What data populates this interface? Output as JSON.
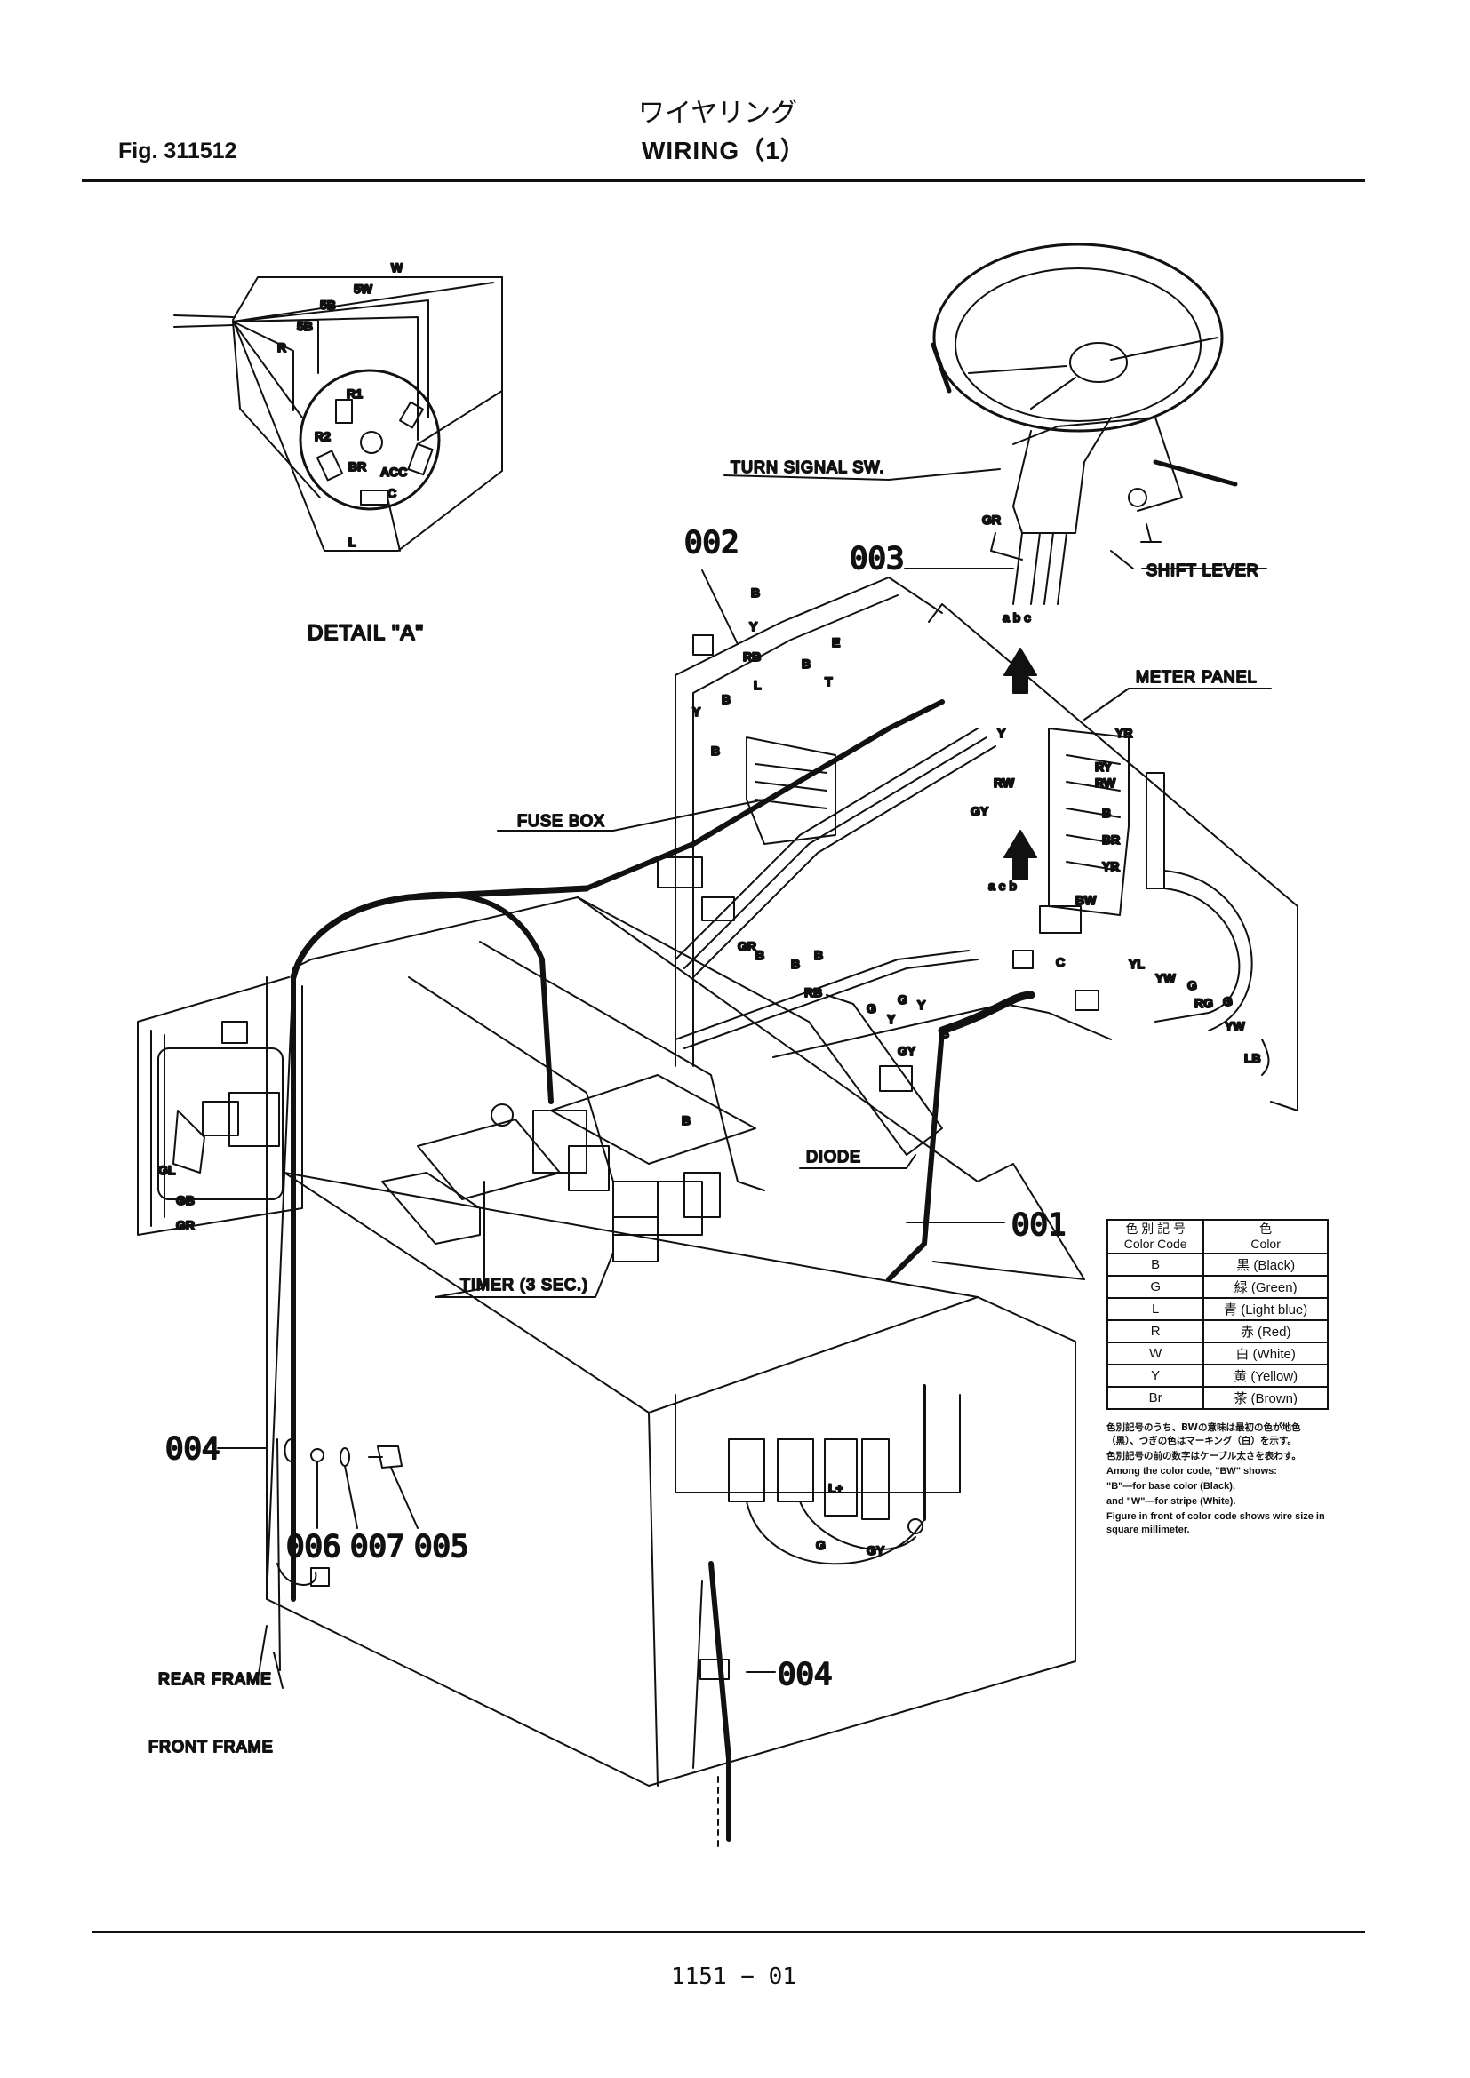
{
  "header": {
    "figure_number": "Fig.  311512",
    "title_japanese": "ワイヤリング",
    "title_english": "WIRING（1）"
  },
  "detail": {
    "caption": "DETAIL \"A\"",
    "wires": [
      "W",
      "5W",
      "5B",
      "5B",
      "R",
      "L"
    ],
    "terminals": [
      "R1",
      "R2",
      "BR",
      "ACC",
      "C"
    ]
  },
  "callouts": {
    "turn_signal": "TURN SIGNAL SW.",
    "shift_lever": "SHIFT LEVER",
    "meter_panel": "METER PANEL",
    "fuse_box": "FUSE BOX",
    "diode": "DIODE",
    "timer": "TIMER (3 SEC.)",
    "rear_frame": "REAR FRAME",
    "front_frame": "FRONT FRAME"
  },
  "part_numbers": {
    "p001": "001",
    "p002": "002",
    "p003": "003",
    "p004a": "004",
    "p004b": "004",
    "p005": "005",
    "p006": "006",
    "p007": "007"
  },
  "wire_labels": {
    "gr_top": "GR",
    "abc_top": "a b c",
    "b1": "B",
    "y1": "Y",
    "rb1": "RB",
    "e1": "E",
    "l1": "L",
    "b2": "B",
    "t1": "T",
    "y2": "Y",
    "b3": "B",
    "b4": "B",
    "y3": "Y",
    "yr": "YR",
    "ry": "RY",
    "rw": "RW",
    "rw2": "RW",
    "gy1": "GY",
    "b5": "B",
    "br": "BR",
    "yr2": "YR",
    "bw": "BW",
    "acb": "a c b",
    "c1": "C",
    "yl": "YL",
    "yw": "YW",
    "g1": "G",
    "rg": "RG",
    "g2": "G",
    "yw2": "YW",
    "lb": "LB",
    "gr2": "GR",
    "b6": "B",
    "b7": "B",
    "rb2": "RB",
    "b8": "B",
    "g3": "G",
    "g4": "G",
    "y4": "Y",
    "y5": "Y",
    "gy2": "GY",
    "b9": "B",
    "b10": "B",
    "gl": "GL",
    "gb": "GB",
    "gr3": "GR",
    "g5": "G",
    "gy3": "GY",
    "lplus": "L+"
  },
  "color_table": {
    "header_code_jp": "色 別 記 号",
    "header_code_en": "Color Code",
    "header_color_jp": "色",
    "header_color_en": "Color",
    "rows": [
      {
        "code": "B",
        "color": "黒 (Black)"
      },
      {
        "code": "G",
        "color": "緑 (Green)"
      },
      {
        "code": "L",
        "color": "青 (Light blue)"
      },
      {
        "code": "R",
        "color": "赤 (Red)"
      },
      {
        "code": "W",
        "color": "白 (White)"
      },
      {
        "code": "Y",
        "color": "黄 (Yellow)"
      },
      {
        "code": "Br",
        "color": "茶 (Brown)"
      }
    ]
  },
  "notes": {
    "jp_1": "色別記号のうち、BWの意味は最初の色が地色（黒）、つぎの色はマーキング（白）を示す。",
    "jp_2": "色別記号の前の数字はケーブル太さを表わす。",
    "en_1": "Among the color code, \"BW\" shows:",
    "en_2": "\"B\"—for base color (Black),",
    "en_3": "and \"W\"—for stripe (White).",
    "en_4": "Figure in front of color code shows wire size in square millimeter."
  },
  "footer": {
    "page_number": "1151 − 01"
  }
}
